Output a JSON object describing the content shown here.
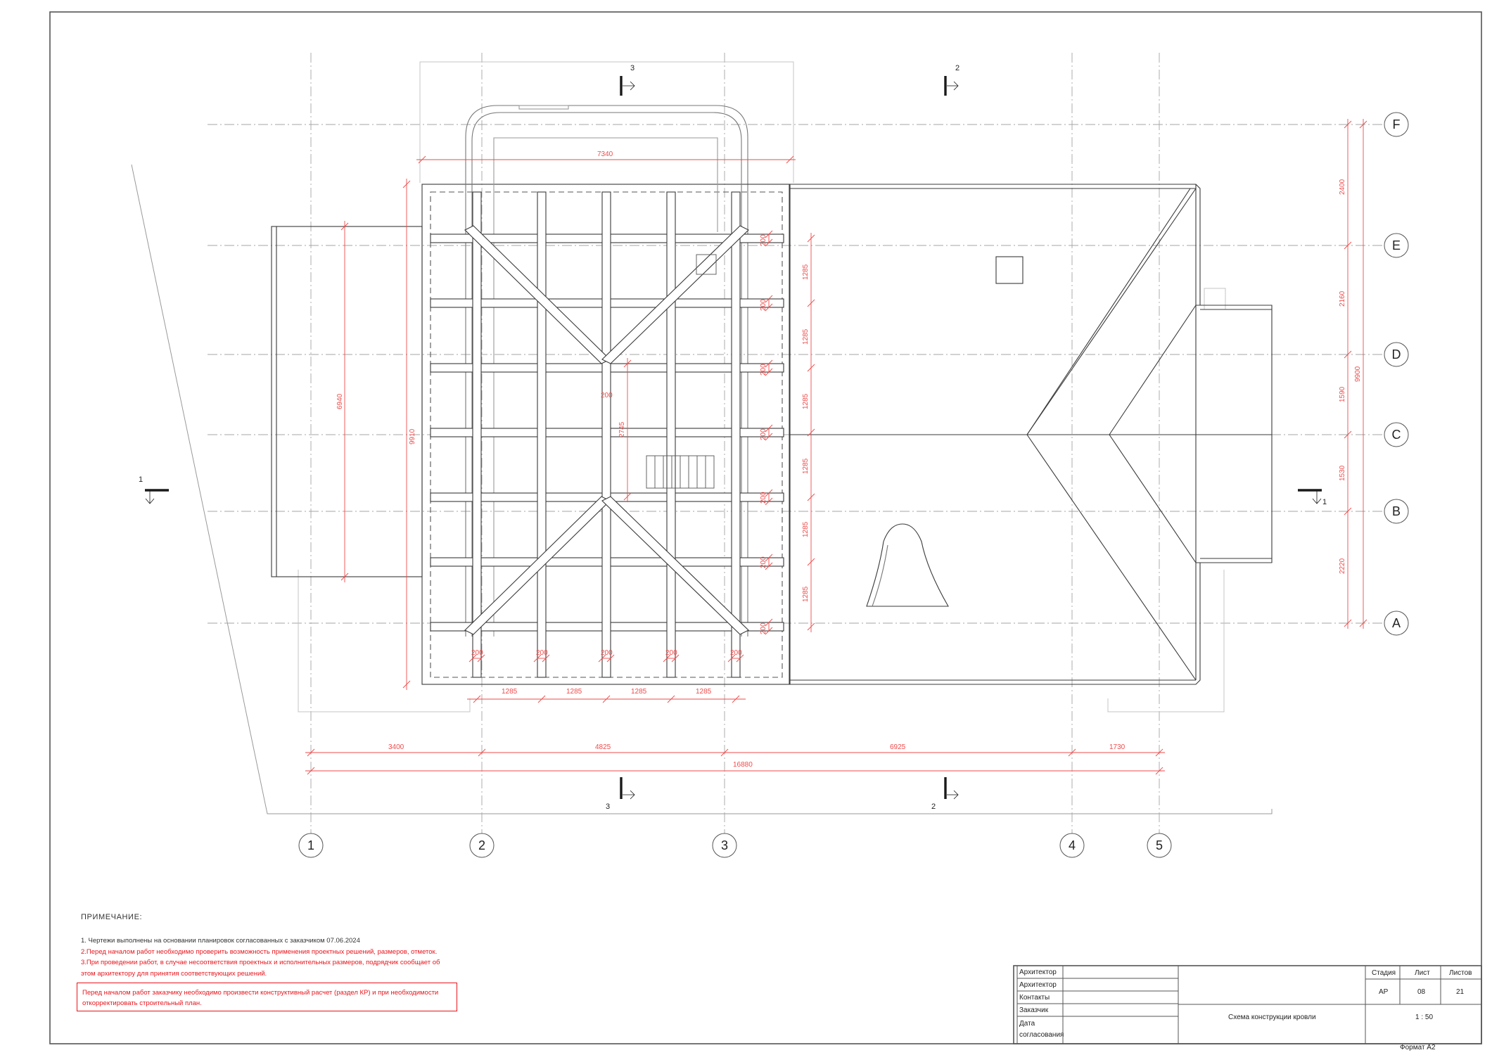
{
  "axes": {
    "vertical": [
      "1",
      "2",
      "3",
      "4",
      "5"
    ],
    "horizontal": [
      "A",
      "B",
      "C",
      "D",
      "E",
      "F"
    ]
  },
  "sections": {
    "s1": "1",
    "s2": "2",
    "s3": "3"
  },
  "dimensions": {
    "top_width": "7340",
    "left_depth": "6940",
    "overall_depth": "9910",
    "central": "2745",
    "beam_spacing": "1285",
    "beam_width": "200",
    "bottom_chain": [
      "3400",
      "4825",
      "6925",
      "1730"
    ],
    "bottom_total": "16880",
    "right_chain": [
      "2400",
      "2160",
      "1590",
      "1530",
      "2220"
    ],
    "right_total": "9900"
  },
  "notes": {
    "heading": "ПРИМЕЧАНИЕ:",
    "line1": "1. Чертежи выполнены на основании планировок согласованных с заказчиком 07.06.2024",
    "line2": "2.Перед началом работ необходимо проверить возможность применения проектных решений, размеров, отметок.",
    "line3a": "3.При проведении работ, в случае несоответствия проектных и исполнительных размеров, подрядчик сообщает об",
    "line3b": "этом архитектору для принятия соответствующих решений.",
    "warn_a": "Перед началом работ заказчику необходимо произвести конструктивный расчет (раздел КР) и при необходимости",
    "warn_b": "откорректировать строительный план."
  },
  "title_block": {
    "roles": [
      "Архитектор",
      "Архитектор",
      "Контакты",
      "Заказчик",
      "Дата",
      "согласования"
    ],
    "stage_label": "Стадия",
    "sheet_label": "Лист",
    "sheets_label": "Листов",
    "stage": "АР",
    "sheet": "08",
    "sheets": "21",
    "title": "Схема конструкции кровли",
    "scale": "1 : 50"
  },
  "format": "Формат А2",
  "colors": {
    "line": "#3a3a3a",
    "axis": "#9a9a9a",
    "dimension": "#ef4b4b"
  }
}
